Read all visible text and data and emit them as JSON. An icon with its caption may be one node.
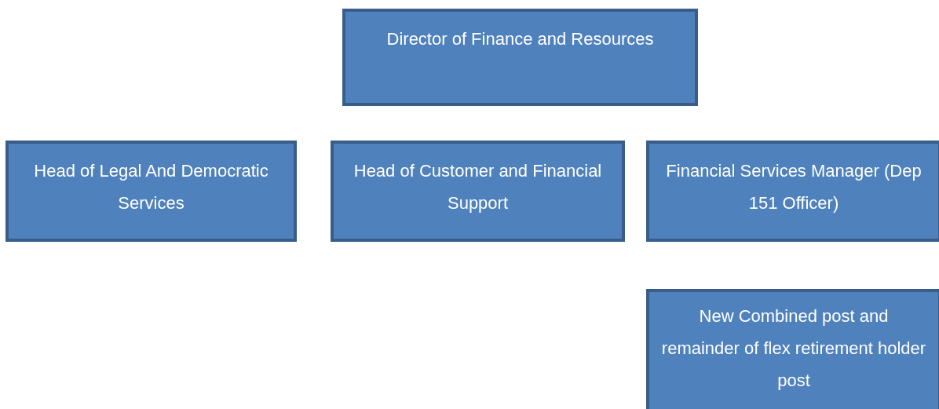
{
  "diagram": {
    "nodes": [
      {
        "text": [
          "Director of Finance and Resources"
        ]
      },
      {
        "text": [
          "Head of Legal And Democratic Services"
        ]
      },
      {
        "text": [
          "Head of Customer and Financial Support"
        ]
      },
      {
        "text": [
          "Financial Services Manager (Dep 151 Officer)"
        ]
      },
      {
        "text": [
          "New Combined post and remainder of flex retirement holder post"
        ]
      }
    ]
  }
}
